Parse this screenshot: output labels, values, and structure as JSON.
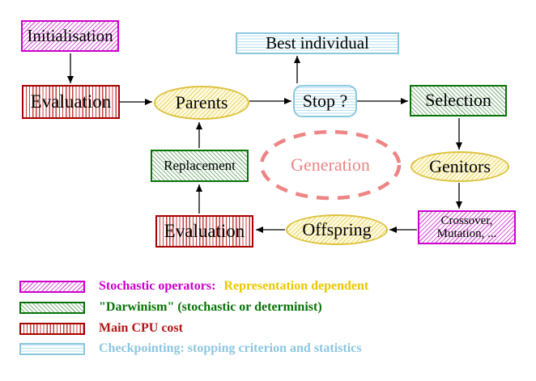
{
  "nodes": {
    "initialisation": "Initialisation",
    "evaluation_top": "Evaluation",
    "parents": "Parents",
    "best_individual": "Best individual",
    "stop": "Stop ?",
    "selection": "Selection",
    "genitors": "Genitors",
    "crossover_line1": "Crossover,",
    "crossover_line2": "Mutation, ...",
    "offspring": "Offspring",
    "evaluation_bottom": "Evaluation",
    "replacement": "Replacement",
    "generation": "Generation"
  },
  "legend": {
    "rows": [
      {
        "swatch": "magenta-diagonal-hatch",
        "text": "Stochastic operators:",
        "text2": "Representation dependent"
      },
      {
        "swatch": "green-diagonal-hatch",
        "text": "\"Darwinism\" (stochastic or determinist)"
      },
      {
        "swatch": "red-vertical-stripes",
        "text": "Main CPU cost"
      },
      {
        "swatch": "cyan-horizontal-stripes",
        "text": "Checkpointing: stopping criterion and statistics"
      }
    ]
  },
  "colors": {
    "magenta": "#cc00cc",
    "green": "#067306",
    "red": "#b51414",
    "cyan": "#8bc8de",
    "yellow_ellipse_border": "#ddc23e",
    "yellow_legend_text": "#eac800",
    "generation_pink": "#ee8484",
    "arrow": "#000000"
  }
}
